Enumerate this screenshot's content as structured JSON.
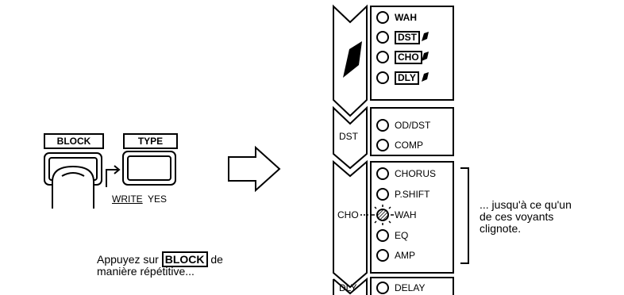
{
  "pedal": {
    "block_label": "BLOCK",
    "type_label": "TYPE",
    "write_label": "WRITE",
    "yes_label": "YES"
  },
  "caption": {
    "prefix": "Appuyez sur",
    "key": "BLOCK",
    "suffix_line1": "de",
    "line2": "manière répétitive..."
  },
  "top_panel": {
    "items": [
      "WAH",
      "DST",
      "CHO",
      "DLY"
    ]
  },
  "dst_panel": {
    "tab": "DST",
    "items": [
      "OD/DST",
      "COMP"
    ]
  },
  "cho_panel": {
    "tab": "CHO",
    "items": [
      "CHORUS",
      "P.SHIFT",
      "WAH",
      "EQ",
      "AMP"
    ],
    "blinking_item": "WAH"
  },
  "dly_panel": {
    "tab": "DLY",
    "items": [
      "DELAY"
    ]
  },
  "note": {
    "line1": "... jusqu'à ce qu'un",
    "line2": "de ces voyants",
    "line3": "clignote."
  }
}
